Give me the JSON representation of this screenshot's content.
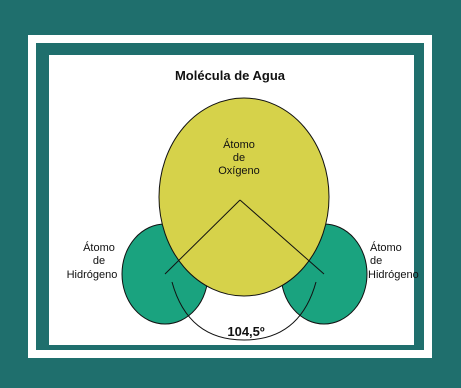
{
  "diagram": {
    "title": "Molécula de Agua",
    "oxygen_label": [
      "Átomo",
      "de",
      "Oxígeno"
    ],
    "hydrogen_left_label": [
      "Átomo",
      "de",
      "Hidrógeno"
    ],
    "hydrogen_right_label": [
      "Átomo",
      "de",
      "Hidrógeno"
    ],
    "angle_label": "104,5º",
    "colors": {
      "frame": "#1f6f6d",
      "oxygen": "#d6d24a",
      "hydrogen": "#1aa37f",
      "lines": "#111111"
    }
  }
}
